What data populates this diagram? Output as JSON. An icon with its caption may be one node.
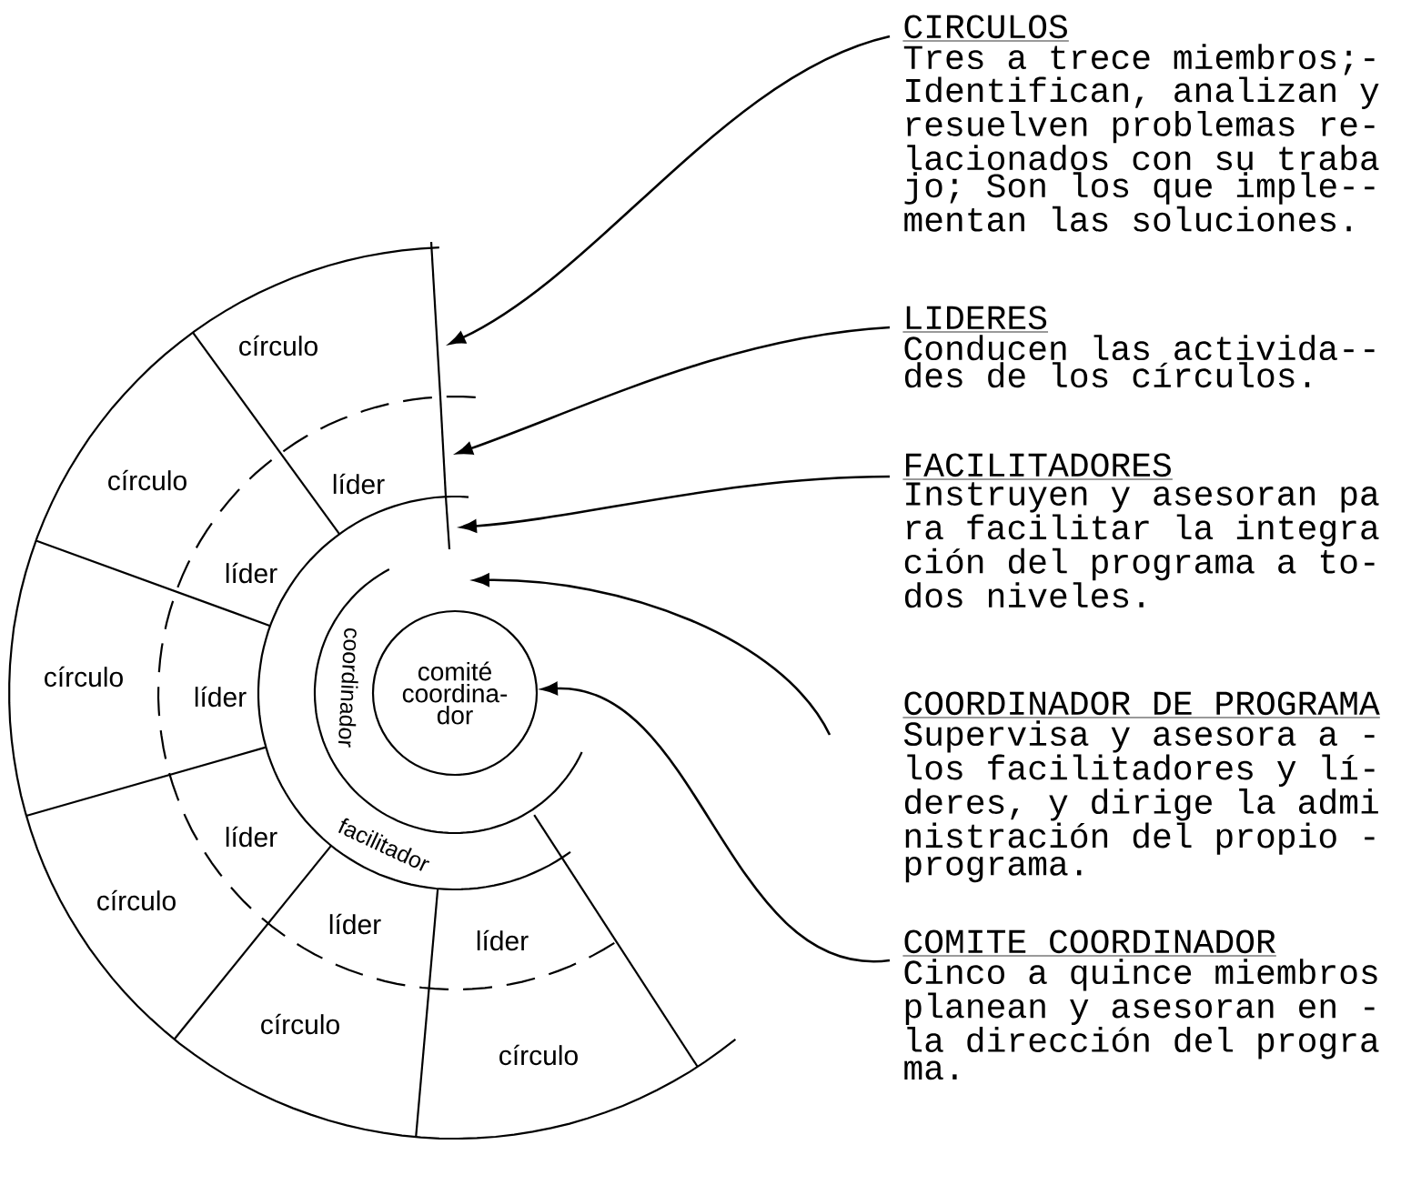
{
  "diagram": {
    "nodes": [
      {
        "text": [
          "círculo"
        ]
      },
      {
        "text": [
          "círculo"
        ]
      },
      {
        "text": [
          "círculo"
        ]
      },
      {
        "text": [
          "círculo"
        ]
      },
      {
        "text": [
          "círculo"
        ]
      },
      {
        "text": [
          "círculo"
        ]
      },
      {
        "text": [
          "líder"
        ]
      },
      {
        "text": [
          "líder"
        ]
      },
      {
        "text": [
          "líder"
        ]
      },
      {
        "text": [
          "líder"
        ]
      },
      {
        "text": [
          "líder"
        ]
      },
      {
        "text": [
          "líder"
        ]
      },
      {
        "text": [
          "coordinador"
        ]
      },
      {
        "text": [
          "facilitador"
        ]
      },
      {
        "text": [
          "comité coordina- dor"
        ]
      },
      {
        "text": [
          "CIRCULOS",
          "Tres a trece miembros;- Identifican, analizan y resuelven problemas re- lacionados con su traba jo; Son los que imple-- mentan las soluciones."
        ]
      },
      {
        "text": [
          "LIDERES",
          "Conducen las activida-- des de los círculos."
        ]
      },
      {
        "text": [
          "FACILITADORES",
          "Instruyen y asesoran pa ra facilitar la integra ción del programa a to- dos niveles."
        ]
      },
      {
        "text": [
          "COORDINADOR DE PROGRAMA",
          "Supervisa y asesora a - los facilitadores y lí- deres, y dirige la admi nistración del propio - programa."
        ]
      },
      {
        "text": [
          "COMITE COORDINADOR",
          "Cinco a quince miembros planean y asesoran en - la dirección del progra ma."
        ]
      }
    ],
    "edges": [
      {
        "from": 15,
        "to": 0,
        "arrow": "to"
      },
      {
        "from": 16,
        "to": 6,
        "arrow": "to"
      },
      {
        "from": 17,
        "to": null,
        "arrow": "to"
      },
      {
        "from": 18,
        "to": null,
        "arrow": "to"
      },
      {
        "from": 19,
        "to": 14,
        "arrow": "to"
      }
    ]
  }
}
